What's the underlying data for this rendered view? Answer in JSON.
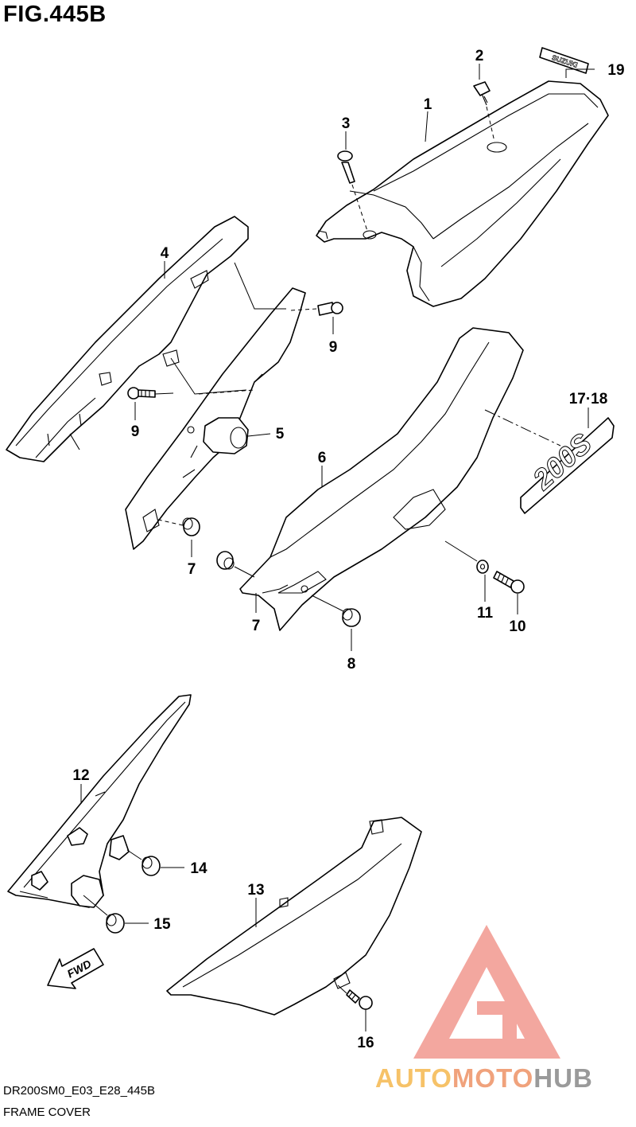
{
  "figure": {
    "title": "FIG.445B",
    "code": "DR200SM0_E03_E28_445B",
    "name": "FRAME COVER"
  },
  "callouts": [
    "1",
    "2",
    "3",
    "4",
    "5",
    "6",
    "7",
    "7",
    "8",
    "9",
    "9",
    "10",
    "11",
    "12",
    "13",
    "14",
    "15",
    "16",
    "17·18",
    "19"
  ],
  "decals": {
    "brand": "SUZUKI",
    "model": "200S"
  },
  "direction_arrow": "FWD",
  "watermark": {
    "part1": "AUTO",
    "part2": "MOTO",
    "part3": "HUB",
    "colors": [
      "#f6c268",
      "#f0a27c",
      "#9a9a9a",
      "#f08a80"
    ]
  }
}
